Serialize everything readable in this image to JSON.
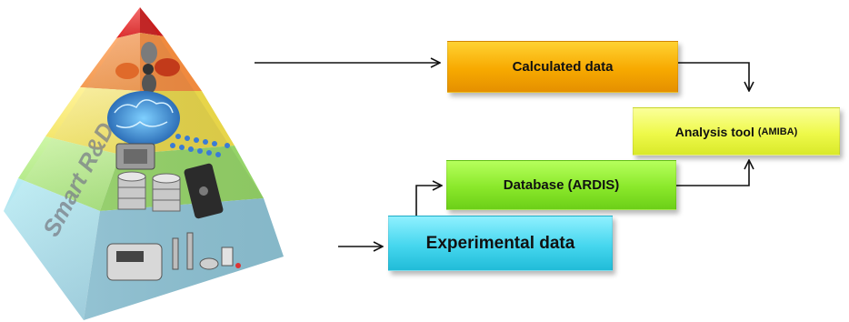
{
  "pyramid": {
    "side_label": "Smart R&D"
  },
  "boxes": {
    "calculated": "Calculated data",
    "analysis": "Analysis tool",
    "analysis_suffix": "(AMIBA)",
    "database": "Database (ARDIS)",
    "experimental": "Experimental data"
  },
  "colors": {
    "calculated": "#f7a900",
    "analysis": "#eef94a",
    "database": "#8ae82a",
    "experimental": "#45d6ee",
    "arrow": "#111111"
  }
}
